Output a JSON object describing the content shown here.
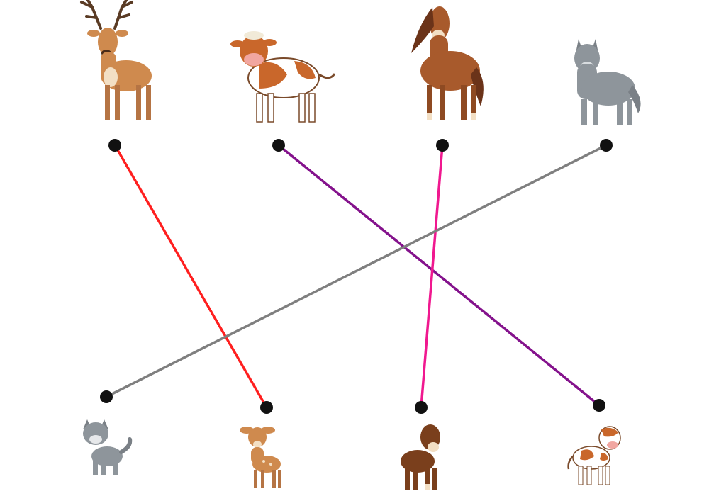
{
  "colors": {
    "background": "#ffffff",
    "dot": "#111111",
    "deer": "#cf8a4e",
    "cow": "#c9672b",
    "horse": "#a85a2c",
    "wolf": "#8e959b"
  },
  "parents": [
    {
      "id": "deer",
      "icon": "deer-icon"
    },
    {
      "id": "cow",
      "icon": "cow-icon"
    },
    {
      "id": "horse",
      "icon": "horse-icon"
    },
    {
      "id": "wolf",
      "icon": "wolf-icon"
    }
  ],
  "babies": [
    {
      "id": "wolf-pup",
      "icon": "wolf-pup-icon"
    },
    {
      "id": "fawn",
      "icon": "fawn-icon"
    },
    {
      "id": "foal",
      "icon": "foal-icon"
    },
    {
      "id": "calf",
      "icon": "calf-icon"
    }
  ],
  "matches": [
    {
      "parent": "deer",
      "baby": "fawn",
      "color": "#ff1f1f"
    },
    {
      "parent": "cow",
      "baby": "calf",
      "color": "#84128c"
    },
    {
      "parent": "horse",
      "baby": "foal",
      "color": "#f0188f"
    },
    {
      "parent": "wolf",
      "baby": "wolf-pup",
      "color": "#7f7f7f"
    }
  ]
}
